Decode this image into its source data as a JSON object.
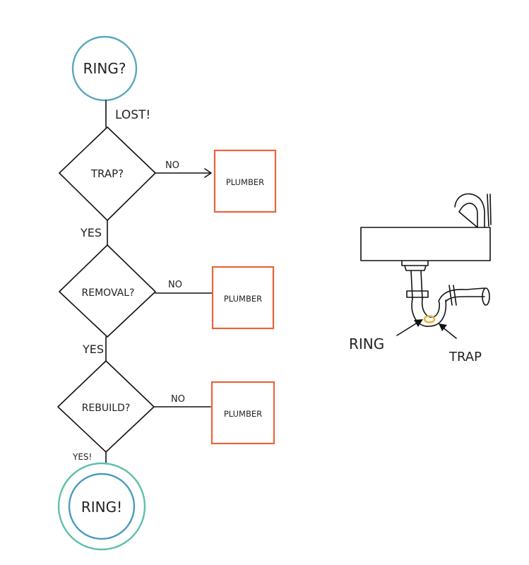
{
  "flow": {
    "start": "RING?",
    "lost": "LOST!",
    "decisions": [
      {
        "label": "TRAP?",
        "no": "NO",
        "action": "PLUMBER",
        "yes": "YES"
      },
      {
        "label": "REMOVAL?",
        "no": "NO",
        "action": "PLUMBER",
        "yes": "YES"
      },
      {
        "label": "REBUILD?",
        "no": "NO",
        "action": "PLUMBER",
        "yes": "YES!"
      }
    ],
    "end": "RING!"
  },
  "sketch": {
    "ring_label": "RING",
    "trap_label": "TRAP"
  },
  "colors": {
    "start_circle": "#5aa6c0",
    "end_outer_circle": "#5fbfab",
    "end_inner_circle": "#4a9ac0",
    "plumber_box": "#e8643a",
    "ring_gold": "#e7b33d"
  }
}
